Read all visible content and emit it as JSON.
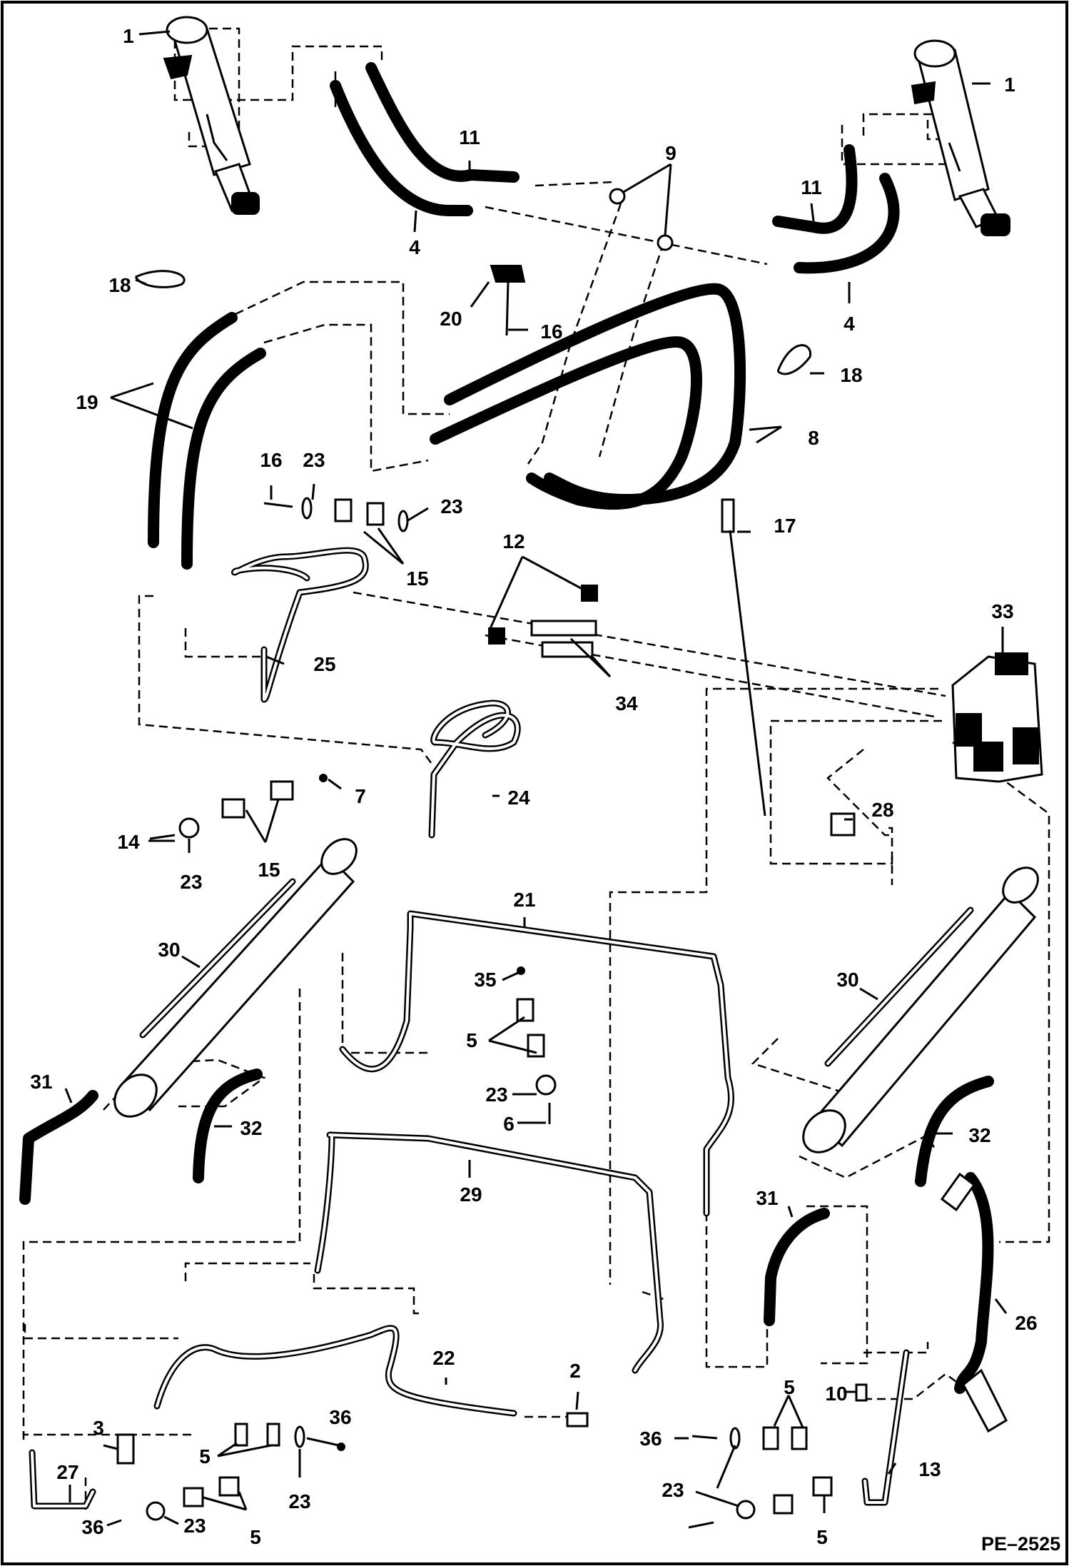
{
  "figure_code": "PE–2525",
  "callouts": [
    "1",
    "1",
    "9",
    "11",
    "11",
    "4",
    "4",
    "18",
    "20",
    "16",
    "18",
    "19",
    "8",
    "16",
    "23",
    "23",
    "17",
    "15",
    "12",
    "33",
    "25",
    "34",
    "7",
    "24",
    "14",
    "23",
    "15",
    "28",
    "21",
    "30",
    "30",
    "35",
    "5",
    "23",
    "6",
    "31",
    "32",
    "32",
    "29",
    "31",
    "26",
    "22",
    "2",
    "5",
    "10",
    "36",
    "3",
    "5",
    "23",
    "36",
    "27",
    "13",
    "23",
    "36",
    "23",
    "5",
    "5"
  ]
}
